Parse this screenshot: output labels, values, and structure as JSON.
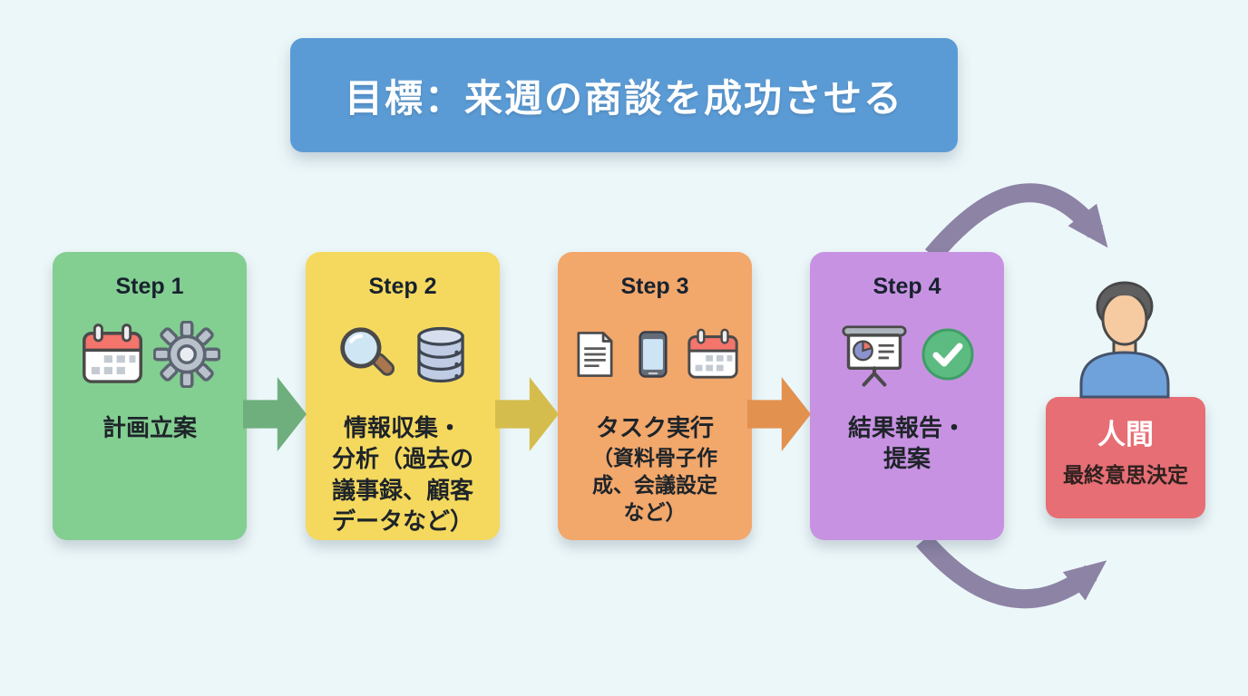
{
  "title": {
    "text": "目標：来週の商談を成功させる",
    "bg_color": "#5B9BD5"
  },
  "steps": [
    {
      "name": "Step 1",
      "label": "計画立案",
      "sublabel": "",
      "bg_color": "#83CE91",
      "icons": [
        "calendar-icon",
        "gear-icon"
      ]
    },
    {
      "name": "Step 2",
      "label": "情報収集・\n分析（過去の\n議事録、顧客\nデータなど）",
      "sublabel": "",
      "bg_color": "#F5D95E",
      "icons": [
        "magnifier-icon",
        "database-icon"
      ]
    },
    {
      "name": "Step 3",
      "label": "タスク実行",
      "sublabel": "（資料骨子作\n成、会議設定\nなど）",
      "bg_color": "#F2A76B",
      "icons": [
        "document-icon",
        "smartphone-icon",
        "calendar-icon"
      ]
    },
    {
      "name": "Step 4",
      "label": "結果報告・\n提案",
      "sublabel": "",
      "bg_color": "#C892E2",
      "icons": [
        "presentation-icon",
        "check-icon"
      ]
    }
  ],
  "flow_arrows": [
    {
      "color": "#6FAE7D"
    },
    {
      "color": "#D5BD4D"
    },
    {
      "color": "#E2914F"
    }
  ],
  "human": {
    "title": "人間",
    "subtitle": "最終意思決定",
    "bg_color": "#E66E74",
    "icon": "person-icon"
  },
  "loop_arrows": {
    "color": "#8D83A5"
  },
  "canvas": {
    "bg_color": "#ECF7F9"
  }
}
